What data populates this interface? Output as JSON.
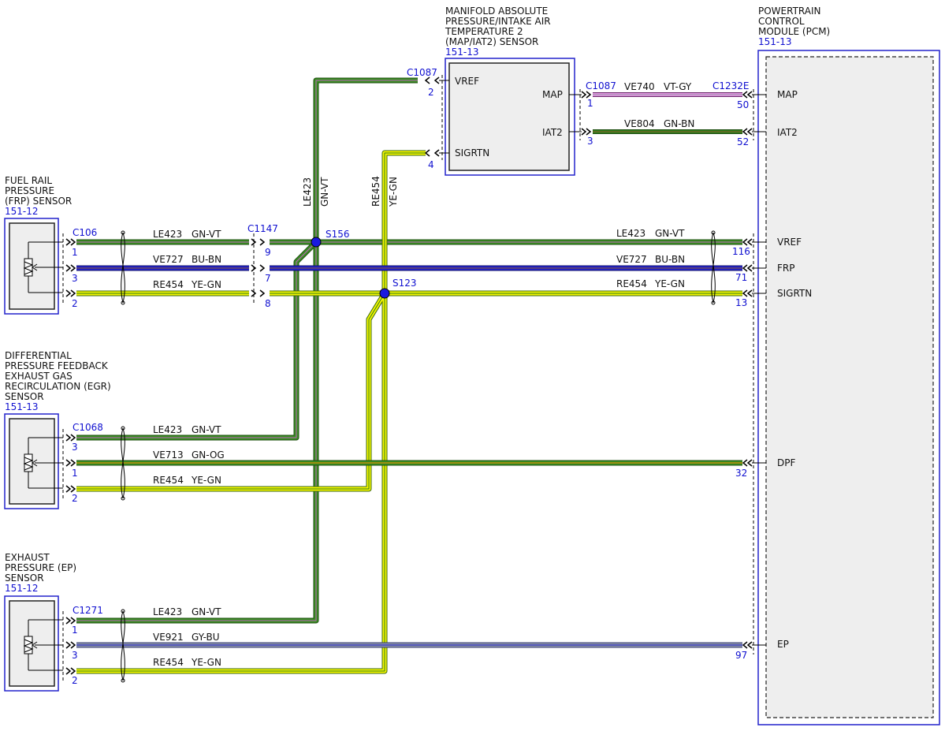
{
  "colors": {
    "GN": "#2e7d1a",
    "VT": "#c060c0",
    "BU": "#2222cc",
    "YE": "#f4f400",
    "GY": "#9aa0a8",
    "OG": "#ff8c00",
    "BN": "#8b5a2b",
    "wire_outline": "#1f4f12",
    "connector_ref": "#1010d0",
    "component_border": "#2222cc",
    "component_fill": "#eeeeee"
  },
  "components": {
    "map": {
      "title": [
        "MANIFOLD ABSOLUTE",
        "PRESSURE/INTAKE AIR",
        "TEMPERATURE 2",
        "(MAP/IAT2) SENSOR"
      ],
      "ref": "151-13",
      "pins": {
        "vref": "VREF",
        "sigrtn": "SIGRTN",
        "map": "MAP",
        "iat2": "IAT2"
      }
    },
    "pcm": {
      "title": [
        "POWERTRAIN",
        "CONTROL",
        "MODULE (PCM)"
      ],
      "ref": "151-13",
      "pins": {
        "map": "MAP",
        "iat2": "IAT2",
        "vref": "VREF",
        "frp": "FRP",
        "sigrtn": "SIGRTN",
        "dpf": "DPF",
        "ep": "EP"
      }
    },
    "frp": {
      "title": [
        "FUEL RAIL",
        "PRESSURE",
        "(FRP) SENSOR"
      ],
      "ref": "151-12"
    },
    "egr": {
      "title": [
        "DIFFERENTIAL",
        "PRESSURE FEEDBACK",
        "EXHAUST GAS",
        "RECIRCULATION (EGR)",
        "SENSOR"
      ],
      "ref": "151-13"
    },
    "ep": {
      "title": [
        "EXHAUST",
        "PRESSURE (EP)",
        "SENSOR"
      ],
      "ref": "151-12"
    }
  },
  "connectors": {
    "c1087_left": "C1087",
    "c1087_right": "C1087",
    "c1232e": "C1232E",
    "c106": "C106",
    "c1147": "C1147",
    "c1068": "C1068",
    "c1271": "C1271"
  },
  "splices": {
    "s156": "S156",
    "s123": "S123"
  },
  "pins": {
    "map_vref": "2",
    "map_sigrtn": "4",
    "map_map": "1",
    "map_iat2": "3",
    "pcm_map": "50",
    "pcm_iat2": "52",
    "pcm_vref": "116",
    "pcm_frp": "71",
    "pcm_sigrtn": "13",
    "pcm_dpf": "32",
    "pcm_ep": "97",
    "frp_1": "1",
    "frp_3": "3",
    "frp_2": "2",
    "c1147_9": "9",
    "c1147_7": "7",
    "c1147_8": "8",
    "egr_3": "3",
    "egr_1": "1",
    "egr_2": "2",
    "ep_1": "1",
    "ep_3": "3",
    "ep_2": "2"
  },
  "wires": {
    "ve740": {
      "id": "VE740",
      "color": "VT-GY"
    },
    "ve804": {
      "id": "VE804",
      "color": "GN-BN"
    },
    "le423": {
      "id": "LE423",
      "color": "GN-VT"
    },
    "re454": {
      "id": "RE454",
      "color": "YE-GN"
    },
    "ve727": {
      "id": "VE727",
      "color": "BU-BN"
    },
    "ve713": {
      "id": "VE713",
      "color": "GN-OG"
    },
    "ve921": {
      "id": "VE921",
      "color": "GY-BU"
    }
  }
}
